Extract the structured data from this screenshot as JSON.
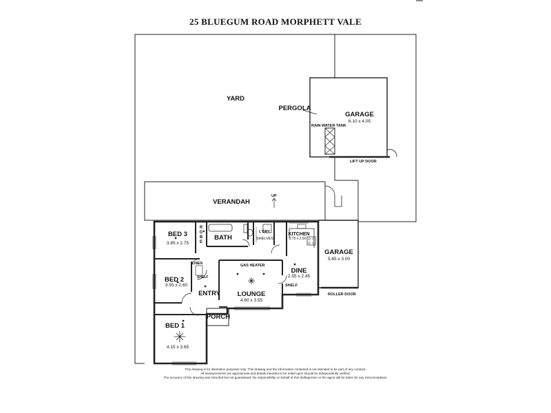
{
  "title": "25 BLUEGUM ROAD MORPHETT VALE",
  "rooms": {
    "yard": "YARD",
    "pergola": "PERGOLA",
    "rain_water_tank": "RAIN WATER TANK",
    "garage_rear": {
      "label": "GARAGE",
      "dims": "6.10 x 4.05"
    },
    "lift_up_door": "LIFT UP DOOR",
    "verandah": "VERANDAH",
    "up": "UP",
    "bed3": {
      "label": "BED 3",
      "dims": "3.85 x 2.75"
    },
    "robe": "ROBE",
    "bath": "BATH",
    "ldry": "L'DRY",
    "shelves": "SHELVES",
    "kitchen": {
      "label": "KITCHEN",
      "dims": "3.75 x 2.50"
    },
    "garage_front": {
      "label": "GARAGE",
      "dims": "5.65 x 3.00"
    },
    "linen": "LINEN",
    "shelf_hall": "SHELF",
    "gas_heater": "GAS HEATER",
    "bed2": {
      "label": "BED 2",
      "dims": "3.55 x 2.60"
    },
    "dine": {
      "label": "DINE",
      "dims": "2.55 x 2.45"
    },
    "shelf_dine": "SHELF",
    "lounge": {
      "label": "LOUNGE",
      "dims": "4.60 x 3.55"
    },
    "roller_door": "ROLLER DOOR",
    "entry": "ENTRY",
    "porch": "PORCH",
    "bed1": {
      "label": "BED 1",
      "dims": "4.15 x 3.65"
    }
  },
  "disclaimer": [
    "This drawing is for illustration purposes only. This drawing and the information contained is not intended to be part of any contract.",
    "All measurements are approximate and details intended to be relied upon should be independently verified.",
    "The accuracy of this drawing was intended but not guaranteed. No responsibility on behalf of this draftsperson or the agent will be taken for any misconceptions."
  ]
}
